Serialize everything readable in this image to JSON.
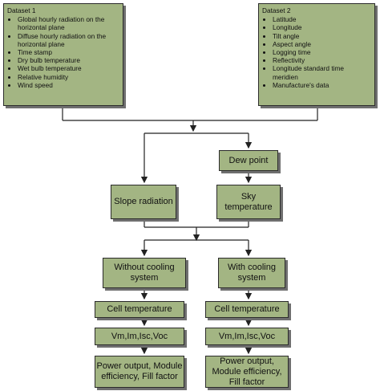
{
  "dataset1": {
    "title": "Dataset 1",
    "items": [
      "Global hourly radiation on the horizontal plane",
      "Diffuse hourly radiation on the horizontal plane",
      "Time stamp",
      "Dry bulb temperature",
      "Wet bulb temperature",
      "Relative humidity",
      "Wind speed"
    ]
  },
  "dataset2": {
    "title": "Dataset 2",
    "items": [
      "Latitude",
      "Longitude",
      "Tilt angle",
      "Aspect angle",
      "Logging time",
      "Reflectivity",
      "Longitude standard time meridien",
      "Manufacture's data"
    ]
  },
  "nodes": {
    "dew_point": "Dew point",
    "slope_radiation": "Slope radiation",
    "sky_temperature": "Sky temperature",
    "without_cooling": "Without cooling system",
    "with_cooling": "With cooling system",
    "cell_temp_left": "Cell temperature",
    "cell_temp_right": "Cell temperature",
    "params_left": "Vm,Im,Isc,Voc",
    "params_right": "Vm,Im,Isc,Voc",
    "output_left": "Power output, Module efficiency, Fill factor",
    "output_right": "Power output, Module efficiency, Fill factor"
  }
}
